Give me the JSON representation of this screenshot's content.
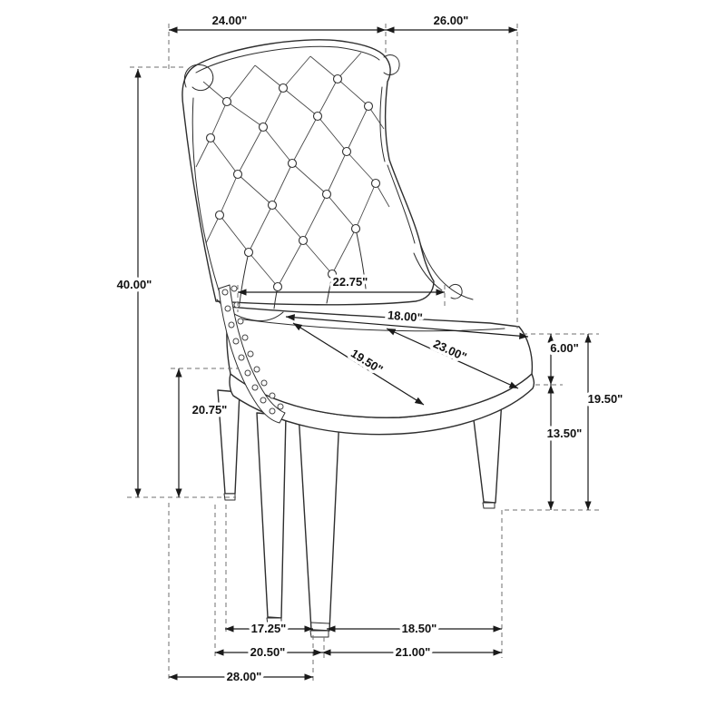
{
  "colors": {
    "background": "#ffffff",
    "drawing_line": "#2e2e2e",
    "dimension_line": "#1a1a1a",
    "extension_line": "#6f6f6f",
    "label_text": "#111111"
  },
  "diagram": {
    "dimensions": {
      "back_top_width": "24.00\"",
      "top_depth": "26.00\"",
      "overall_height": "40.00\"",
      "arm_height": "20.75\"",
      "seat_back_width": "22.75\"",
      "seat_front_width": "18.00\"",
      "seat_depth": "23.00\"",
      "seat_diagonal": "19.50\"",
      "cushion_thickness": "6.00\"",
      "seat_height": "19.50\"",
      "leg_height": "13.50\"",
      "side_leg_spacing": "17.25\"",
      "front_leg_spacing": "18.50\"",
      "base_depth_left": "20.50\"",
      "base_width_right": "21.00\"",
      "overall_depth": "28.00\""
    }
  }
}
